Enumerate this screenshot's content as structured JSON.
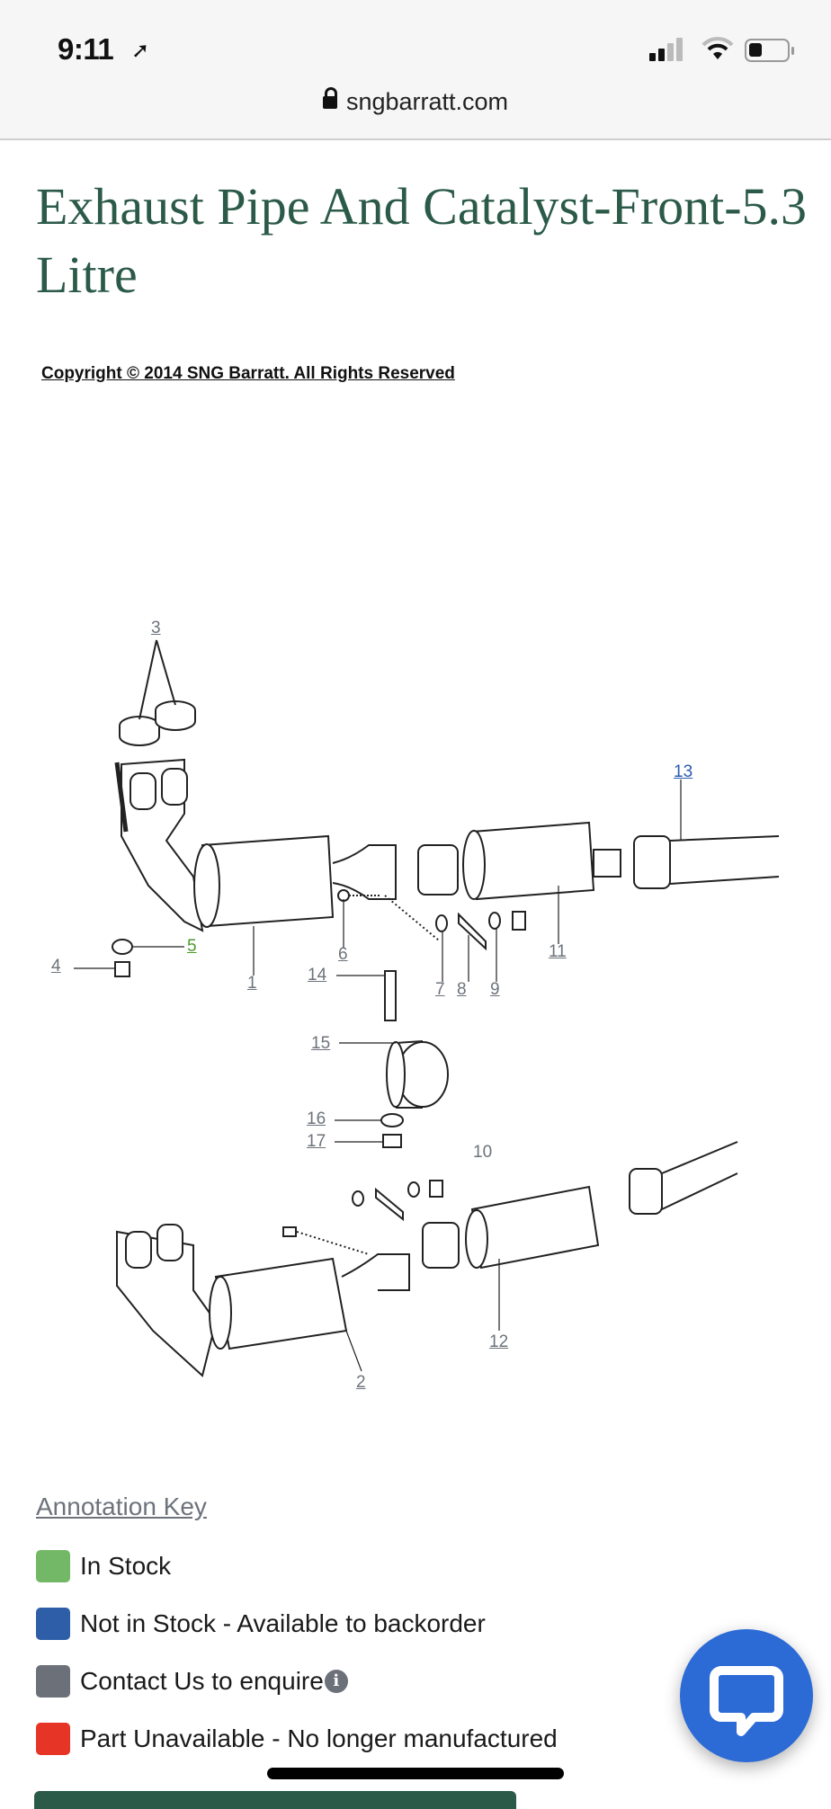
{
  "status_bar": {
    "time": "9:11",
    "location_icon": "location-arrow-icon",
    "signal_icon": "signal-icon",
    "wifi_icon": "wifi-icon",
    "battery_icon": "battery-icon"
  },
  "browser": {
    "url": "sngbarratt.com",
    "lock_icon": "lock-icon"
  },
  "page": {
    "title": "Exhaust Pipe And Catalyst-Front-5.3 Litre",
    "copyright": "Copyright © 2014 SNG Barratt. All Rights Reserved"
  },
  "diagram": {
    "callouts": [
      {
        "num": "1",
        "status": "contact"
      },
      {
        "num": "2",
        "status": "contact"
      },
      {
        "num": "3",
        "status": "contact"
      },
      {
        "num": "4",
        "status": "contact"
      },
      {
        "num": "5",
        "status": "in-stock"
      },
      {
        "num": "6",
        "status": "contact"
      },
      {
        "num": "7",
        "status": "contact"
      },
      {
        "num": "8",
        "status": "contact"
      },
      {
        "num": "9",
        "status": "contact"
      },
      {
        "num": "10",
        "status": "none"
      },
      {
        "num": "11",
        "status": "contact"
      },
      {
        "num": "12",
        "status": "contact"
      },
      {
        "num": "13",
        "status": "backorder"
      },
      {
        "num": "14",
        "status": "contact"
      },
      {
        "num": "15",
        "status": "contact"
      },
      {
        "num": "16",
        "status": "contact"
      },
      {
        "num": "17",
        "status": "contact"
      }
    ]
  },
  "annotation_key": {
    "title": "Annotation Key",
    "items": [
      {
        "label": "In Stock",
        "color": "#72b866"
      },
      {
        "label": "Not in Stock - Available to backorder",
        "color": "#2f5ea8"
      },
      {
        "label": "Contact Us to enquire",
        "color": "#6b7079",
        "info_icon": "info-icon"
      },
      {
        "label": "Part Unavailable - No longer manufactured",
        "color": "#e63426"
      }
    ],
    "info_glyph": "i"
  },
  "chat": {
    "icon": "chat-bubble-icon",
    "color": "#2c6ad6"
  }
}
